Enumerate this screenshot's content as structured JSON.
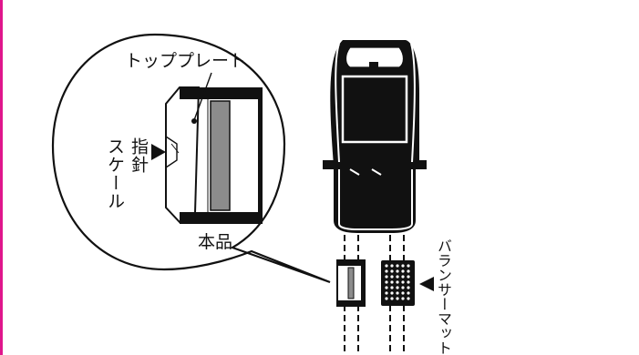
{
  "labels": {
    "top_plate": "トッププレート",
    "pointer": "指針",
    "scale": "スケール",
    "main_unit": "本品",
    "balancer_mat": "バランサーマット"
  },
  "colors": {
    "line": "#111111",
    "gray_plate": "#8c8c8c",
    "left_edge_accent": "#e0168c",
    "background": "#ffffff"
  }
}
